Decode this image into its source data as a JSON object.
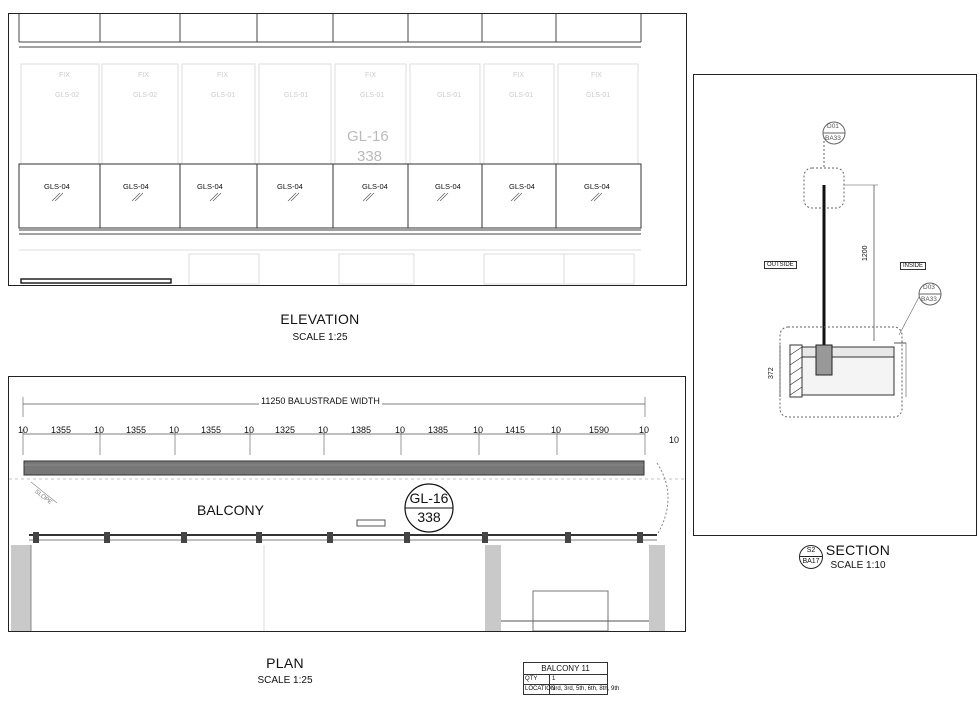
{
  "elevation": {
    "title": "ELEVATION",
    "scale": "SCALE 1:25",
    "panel_labels": [
      "GLS-04",
      "GLS-04",
      "GLS-04",
      "GLS-04",
      "GLS-04",
      "GLS-04",
      "GLS-04",
      "GLS-04"
    ],
    "faint_fix": [
      "FIX",
      "FIX",
      "FIX",
      "FIX",
      "FIX",
      "FIX",
      "FIX",
      "FIX"
    ],
    "faint_codes": [
      "GLS-02",
      "GLS-02",
      "GLS-01",
      "GLS-01",
      "GLS-01",
      "GLS-01",
      "GLS-01",
      "GLS-01"
    ],
    "faint_tag_code": "GL-16",
    "faint_tag_num": "338"
  },
  "plan": {
    "title": "PLAN",
    "scale": "SCALE 1:25",
    "overall_dim": "11250  BALUSTRADE WIDTH",
    "dims": [
      "10",
      "1355",
      "10",
      "1355",
      "10",
      "1355",
      "10",
      "1325",
      "10",
      "1385",
      "10",
      "1385",
      "10",
      "1415",
      "10",
      "1590",
      "10"
    ],
    "dim_right": "10",
    "room_label": "BALCONY",
    "slope_label": "SLOPE",
    "tag_code": "GL-16",
    "tag_num": "338"
  },
  "section": {
    "title": "SECTION",
    "scale": "SCALE 1:10",
    "ref_top": "S2",
    "ref_bottom": "BA17",
    "outside_label": "OUTSIDE",
    "inside_label": "INSIDE",
    "dim_height": "1200",
    "dim_base": "372",
    "detail_a_top": "D01",
    "detail_a_bottom": "BA33",
    "detail_b_top": "D03",
    "detail_b_bottom": "BA33"
  },
  "schedule": {
    "title": "BALCONY 11",
    "rows": [
      {
        "key": "QTY",
        "value": "1"
      },
      {
        "key": "LOCATION",
        "value": "3rd, 3rd, 5th, 6th, 8th, 9th"
      }
    ]
  }
}
